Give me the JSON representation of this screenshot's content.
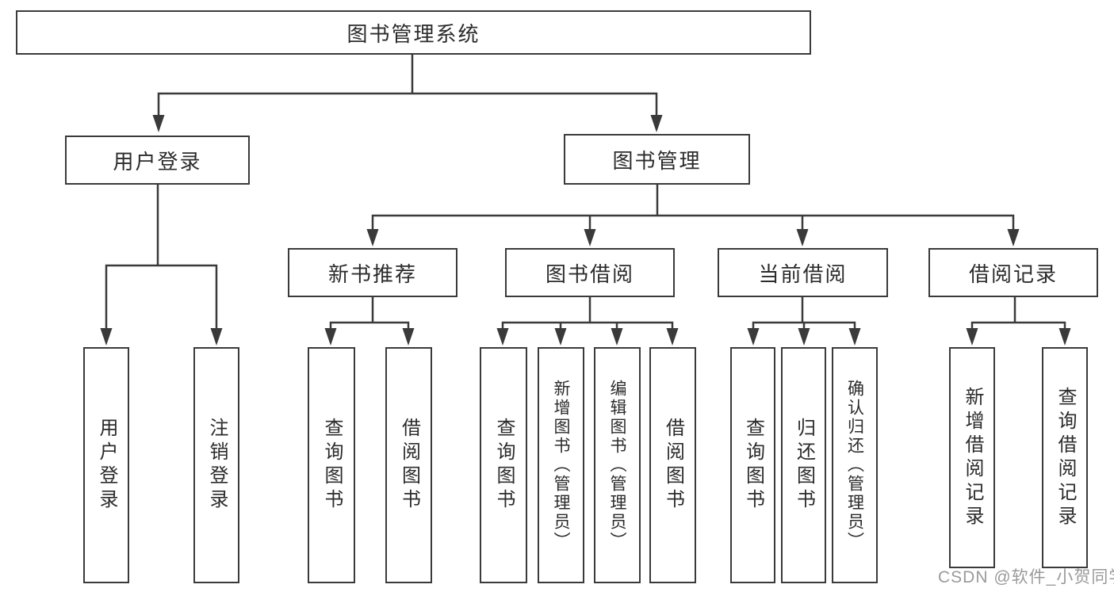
{
  "nodes": {
    "root": "图书管理系统",
    "user_login": "用户登录",
    "book_management": "图书管理",
    "new_book_recommend": "新书推荐",
    "book_borrow": "图书借阅",
    "current_borrow": "当前借阅",
    "borrow_record": "借阅记录",
    "user_login_leaf": "用户登录",
    "logout_leaf": "注销登录",
    "recommend_query_leaf": "查询图书",
    "recommend_borrow_leaf": "借阅图书",
    "borrow_query_leaf": "查询图书",
    "borrow_add_leaf": "新增图书（管理员）",
    "borrow_edit_leaf": "编辑图书（管理员）",
    "borrow_borrow_leaf": "借阅图书",
    "current_query_leaf": "查询图书",
    "current_return_leaf": "归还图书",
    "current_confirm_leaf": "确认归还（管理员）",
    "record_add_leaf": "新增借阅记录",
    "record_query_leaf": "查询借阅记录"
  },
  "watermark": {
    "text": "CSDN @软件_小贺同学"
  },
  "colors": {
    "line": "#3a3a3a",
    "text": "#2b2b2b",
    "watermark": "#9a9a9a",
    "background": "#ffffff"
  }
}
